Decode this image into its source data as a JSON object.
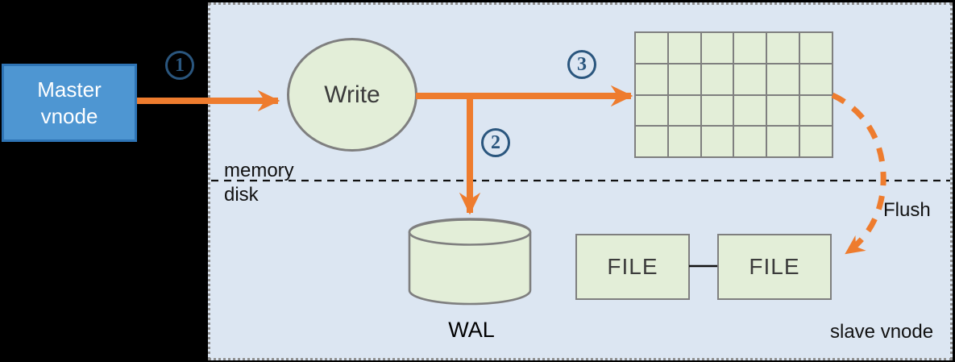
{
  "diagram": {
    "title_context": "vnode write flow",
    "master_vnode": {
      "label": "Master\nvnode"
    },
    "steps": [
      {
        "label": "1"
      },
      {
        "label": "2"
      },
      {
        "label": "3"
      }
    ],
    "write_node": {
      "label": "Write"
    },
    "divider": {
      "above_label": "memory",
      "below_label": "disk"
    },
    "memtable_grid": {
      "rows": 4,
      "cols": 6
    },
    "wal": {
      "label": "WAL"
    },
    "files": [
      {
        "label": "FILE"
      },
      {
        "label": "FILE"
      }
    ],
    "flush_label": "Flush",
    "slave_vnode_label": "slave vnode",
    "colors": {
      "background": "#000000",
      "container_fill": "#DCE6F2",
      "container_border": "#8F8F8F",
      "master_fill": "#4E96D2",
      "master_border": "#2E74B5",
      "shape_green_fill": "#E3EED8",
      "shape_border_gray": "#7F7F7F",
      "arrow_orange": "#EE7C2E",
      "badge_navy": "#2A567E",
      "divider_black": "#111111"
    }
  }
}
